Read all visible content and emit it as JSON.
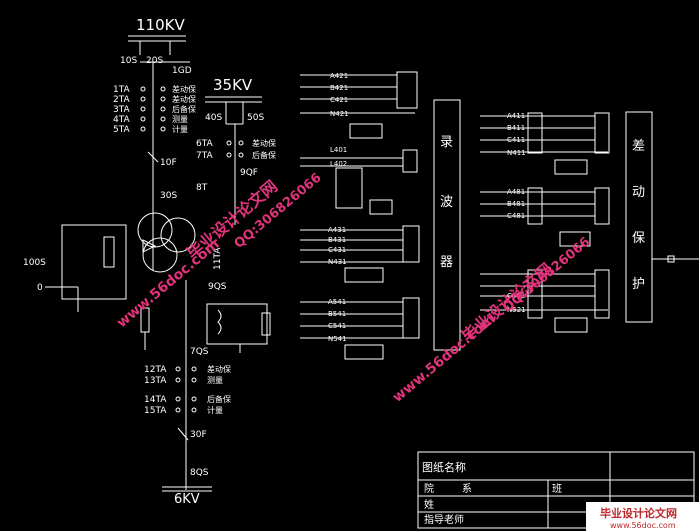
{
  "bus_110kv": "110KV",
  "bus_35kv": "35KV",
  "bus_6kv": "6KV",
  "switch_10s": "10S",
  "switch_20s": "20S",
  "switch_1gd": "1GD",
  "switch_40s": "40S",
  "switch_50s": "50S",
  "switch_10f": "10F",
  "switch_30s": "30S",
  "switch_100s": "100S",
  "switch_90s": "9QS",
  "switch_70s": "7QS",
  "switch_30f": "30F",
  "switch_80s": "8QS",
  "ground_0": "0",
  "ta_left": [
    "1TA",
    "2TA",
    "3TA",
    "4TA",
    "5TA"
  ],
  "ta_left_labels": [
    "差动保",
    "差动保",
    "后备保",
    "测量",
    "计量"
  ],
  "ta_mid": [
    "6TA",
    "7TA"
  ],
  "ta_mid_labels": [
    "差动保",
    "后备保"
  ],
  "ta_8": "8T",
  "ta_9": "9QF",
  "ta_11": "11TA",
  "ta_bottom": [
    "12TA",
    "13TA",
    "14TA",
    "15TA"
  ],
  "ta_bottom_labels": [
    "差动保",
    "测量",
    "后备保",
    "计量"
  ],
  "group1": [
    "A421",
    "B421",
    "C421",
    "N421"
  ],
  "group2": [
    "L401",
    "L402"
  ],
  "group3": [
    "A431",
    "B431",
    "C431",
    "N431"
  ],
  "group4": [
    "A541",
    "B541",
    "C541",
    "N541"
  ],
  "group_r1": [
    "A411",
    "B411",
    "C411",
    "N411"
  ],
  "group_r2": [
    "A481",
    "B481",
    "C481"
  ],
  "group_r3": [
    "C521",
    "N521"
  ],
  "box_lubo": [
    "录",
    "波",
    "器"
  ],
  "box_chadong": [
    "差",
    "动",
    "保",
    "护"
  ],
  "title_block": {
    "drawing_name": "图纸名称",
    "dept": "院",
    "dept2": "系",
    "class": "班",
    "name": "姓",
    "advisor": "指导老师"
  },
  "watermarks": [
    "毕业设计论文网",
    "www.56doc.com",
    "QQ:306826066"
  ],
  "footer_logo": "毕业设计论文网",
  "footer_url": "www.56doc.com"
}
